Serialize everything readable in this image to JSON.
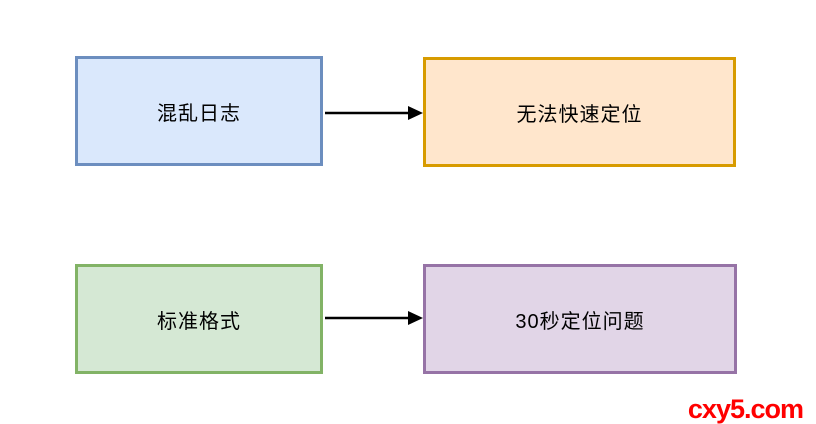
{
  "diagram": {
    "nodes": [
      {
        "name": "chaotic-logs",
        "label": "混乱日志",
        "fill": "#dae8fc",
        "border": "#6c8ebf"
      },
      {
        "name": "cannot-locate-quickly",
        "label": "无法快速定位",
        "fill": "#ffe6cc",
        "border": "#d79b00"
      },
      {
        "name": "standard-format",
        "label": "标准格式",
        "fill": "#d5e8d4",
        "border": "#82b366"
      },
      {
        "name": "locate-in-30-seconds",
        "label": "30秒定位问题",
        "fill": "#e1d5e7",
        "border": "#9673a6"
      }
    ],
    "edges": [
      {
        "from": "chaotic-logs",
        "to": "cannot-locate-quickly",
        "type": "arrow-right",
        "color": "#000000"
      },
      {
        "from": "standard-format",
        "to": "locate-in-30-seconds",
        "type": "arrow-right",
        "color": "#000000"
      }
    ]
  },
  "watermark": {
    "text": "cxy5.com",
    "color": "#ff0000"
  }
}
